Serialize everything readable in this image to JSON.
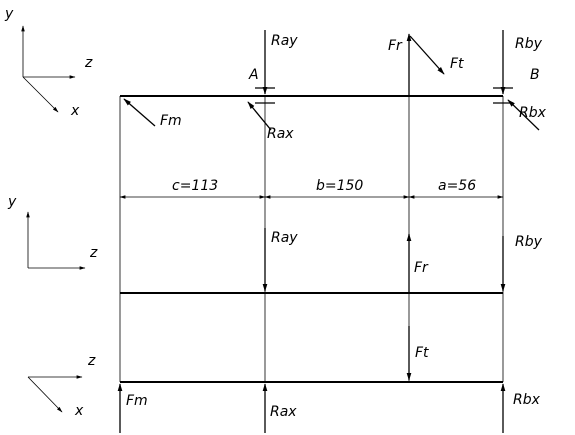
{
  "axes_top": {
    "y": "y",
    "z": "z",
    "x": "x"
  },
  "axes_middle": {
    "y": "y",
    "z": "z"
  },
  "axes_bottom": {
    "z": "z",
    "x": "x"
  },
  "top_view": {
    "support_a": "A",
    "support_b": "B",
    "ray": "Ray",
    "rax": "Rax",
    "rby": "Rby",
    "rbx": "Rbx",
    "fr": "Fr",
    "ft": "Ft",
    "fm": "Fm"
  },
  "dimensions": {
    "c": "c=113",
    "b": "b=150",
    "a": "a=56"
  },
  "vertical_plane": {
    "ray": "Ray",
    "fr": "Fr",
    "rby": "Rby"
  },
  "horizontal_plane": {
    "ft": "Ft",
    "fm": "Fm",
    "rax": "Rax",
    "rbx": "Rbx"
  }
}
